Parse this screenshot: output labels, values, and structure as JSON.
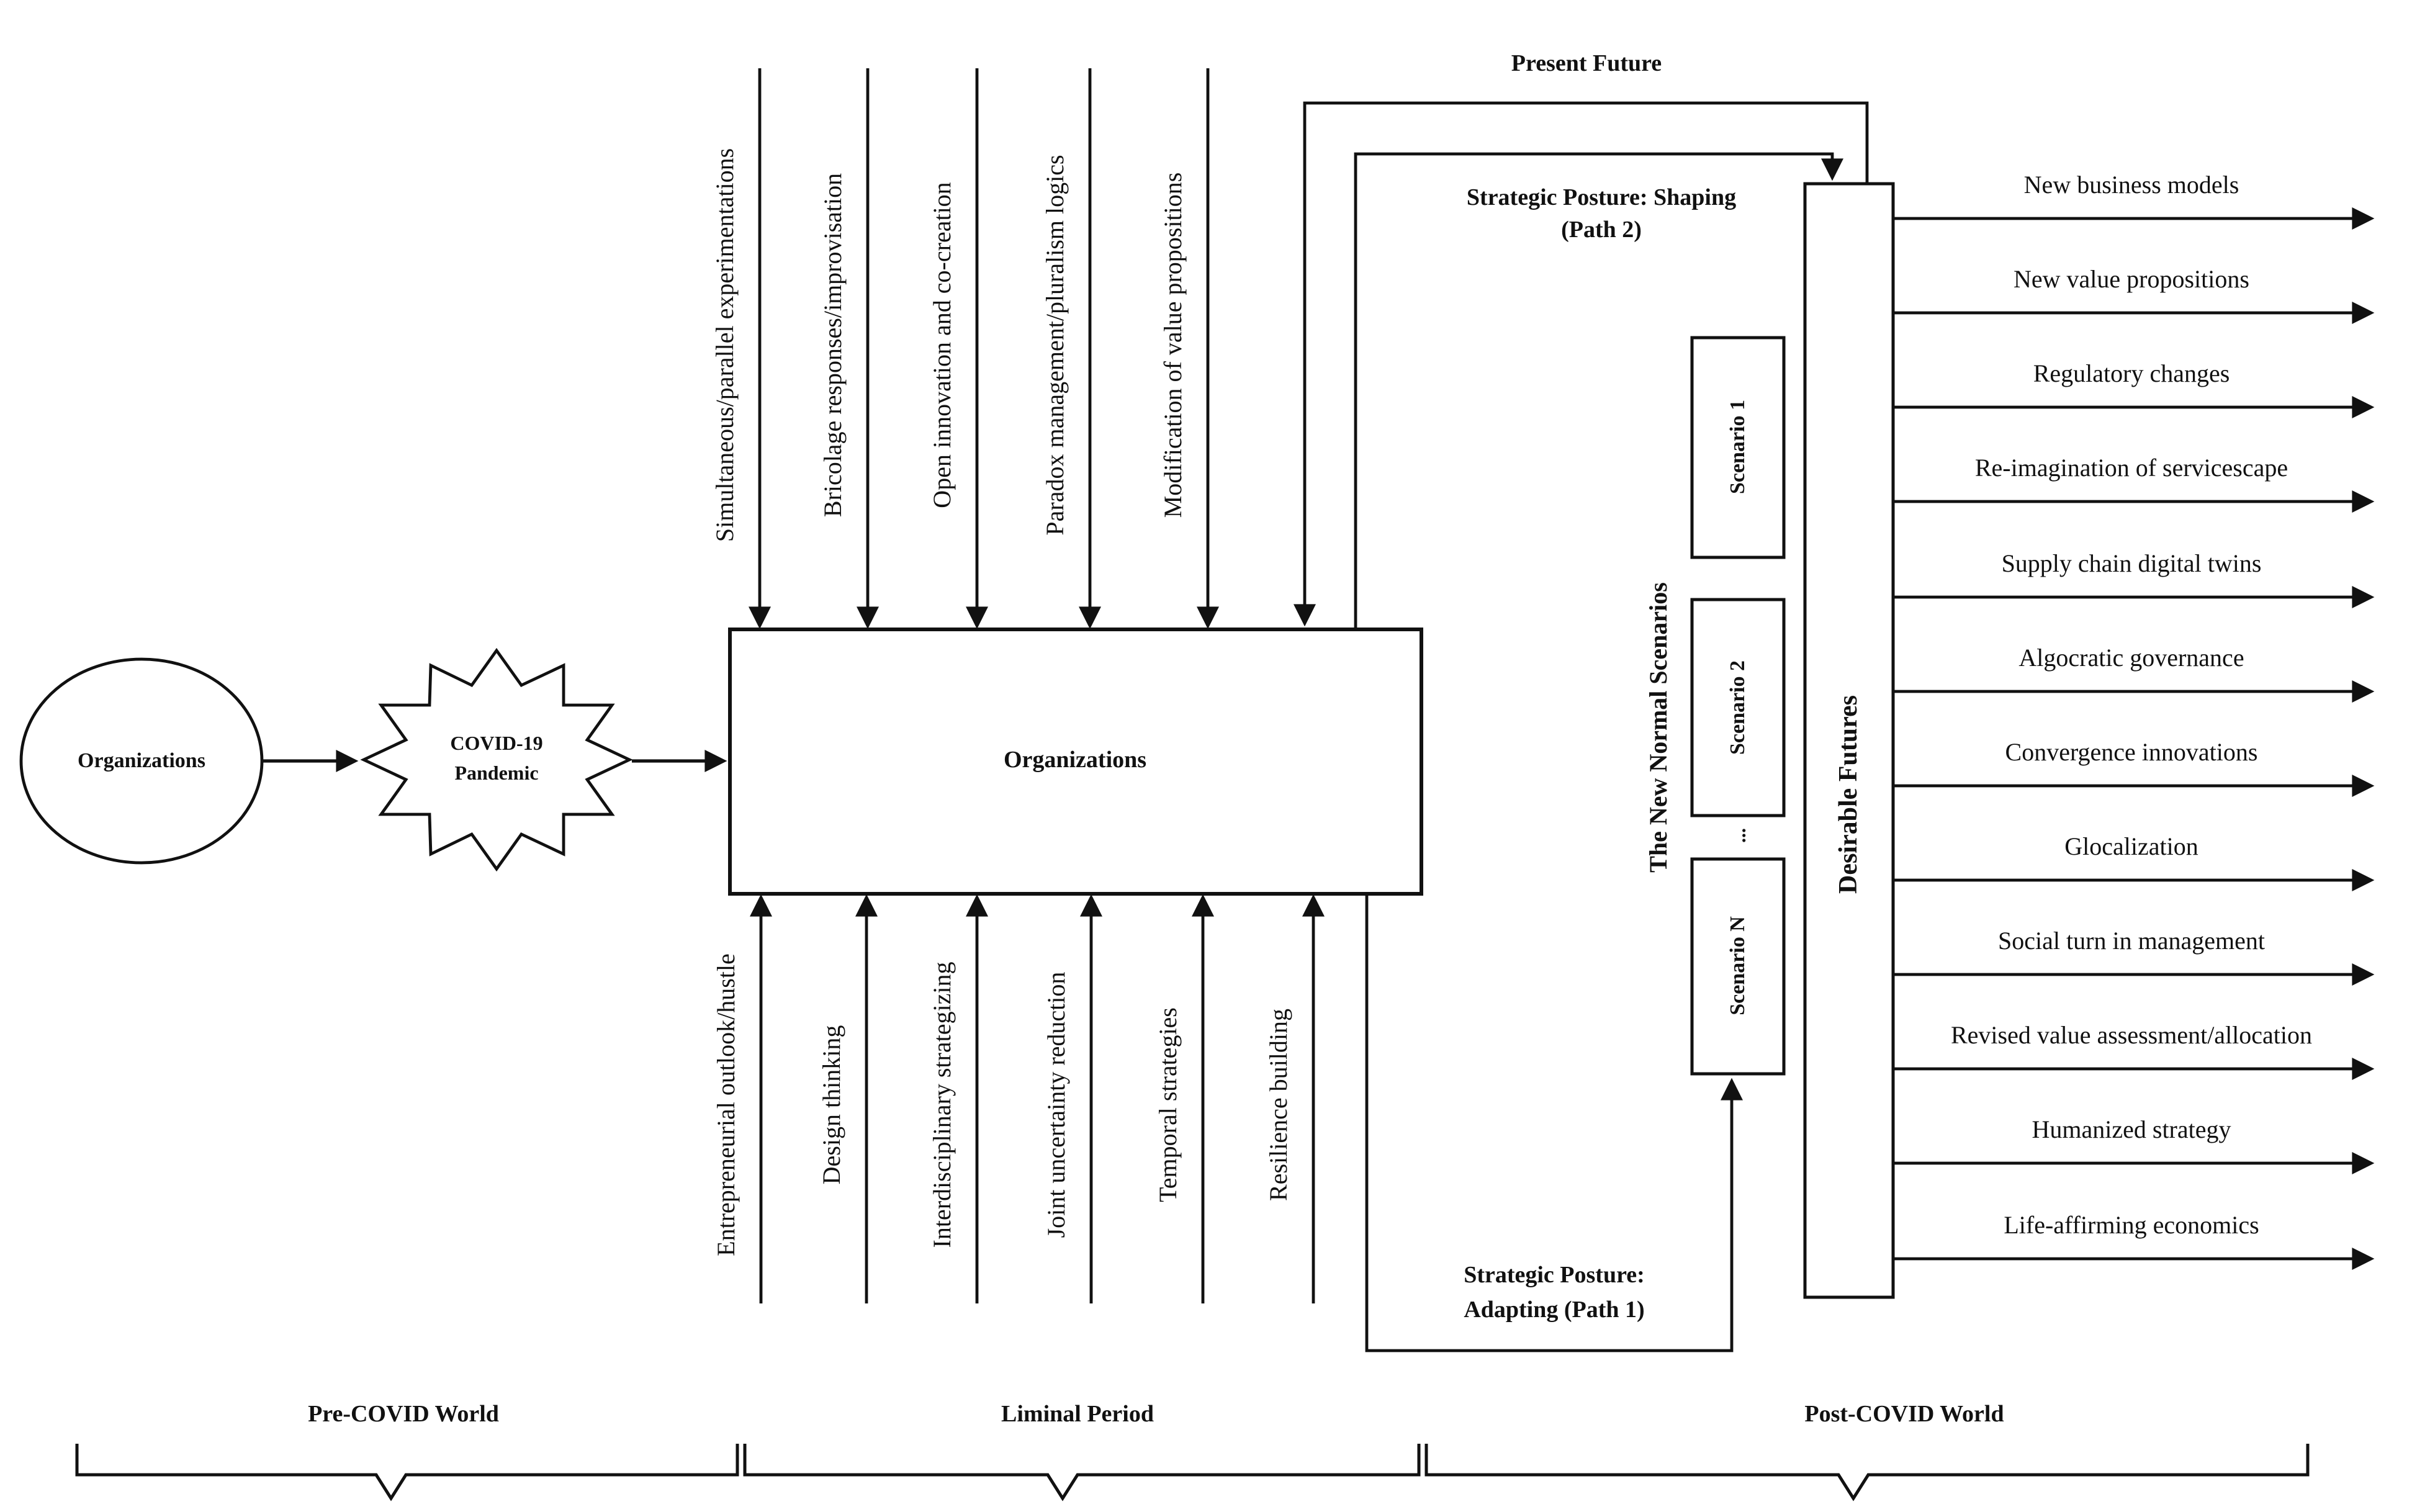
{
  "nodes": {
    "org_ellipse": "Organizations",
    "covid_line1": "COVID-19",
    "covid_line2": "Pandemic",
    "org_box": "Organizations"
  },
  "top_drivers": [
    "Simultaneous/parallel experimentations",
    "Bricolage responses/improvisation",
    "Open innovation and co-creation",
    "Paradox management/pluralism logics",
    "Modification of value propositions"
  ],
  "bottom_drivers": [
    "Entrepreneurial outlook/hustle",
    "Design thinking",
    "Interdisciplinary strategizing",
    "Joint uncertainty reduction",
    "Temporal strategies",
    "Resilience building"
  ],
  "paths": {
    "present_future": "Present Future",
    "shaping_line1": "Strategic Posture: Shaping",
    "shaping_line2": "(Path 2)",
    "adapting_line1": "Strategic Posture:",
    "adapting_line2": "Adapting (Path 1)"
  },
  "scenarios": {
    "title": "The New Normal Scenarios",
    "items": [
      "Scenario 1",
      "Scenario 2",
      "Scenario N"
    ],
    "ellipsis": "..."
  },
  "desirable_futures": {
    "title": "Desirable Futures",
    "outcomes": [
      "New business models",
      "New value propositions",
      "Regulatory changes",
      "Re-imagination of servicescape",
      "Supply chain digital twins",
      "Algocratic governance",
      "Convergence innovations",
      "Glocalization",
      "Social turn in management",
      "Revised value assessment/allocation",
      "Humanized strategy",
      "Life-affirming economics"
    ]
  },
  "timeline": {
    "phases": [
      "Pre-COVID World",
      "Liminal Period",
      "Post-COVID World"
    ]
  }
}
